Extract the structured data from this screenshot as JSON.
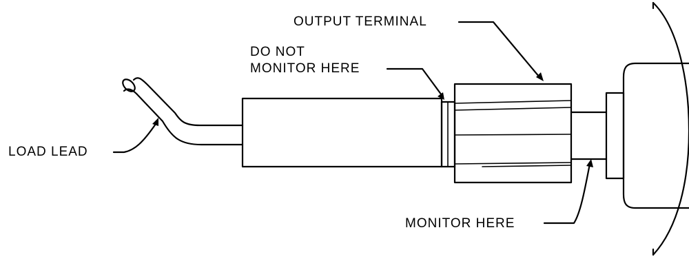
{
  "labels": {
    "output_terminal": "OUTPUT TERMINAL",
    "do_not_monitor_line1": "DO NOT",
    "do_not_monitor_line2": "MONITOR HERE",
    "load_lead": "LOAD LEAD",
    "monitor_here": "MONITOR HERE"
  }
}
